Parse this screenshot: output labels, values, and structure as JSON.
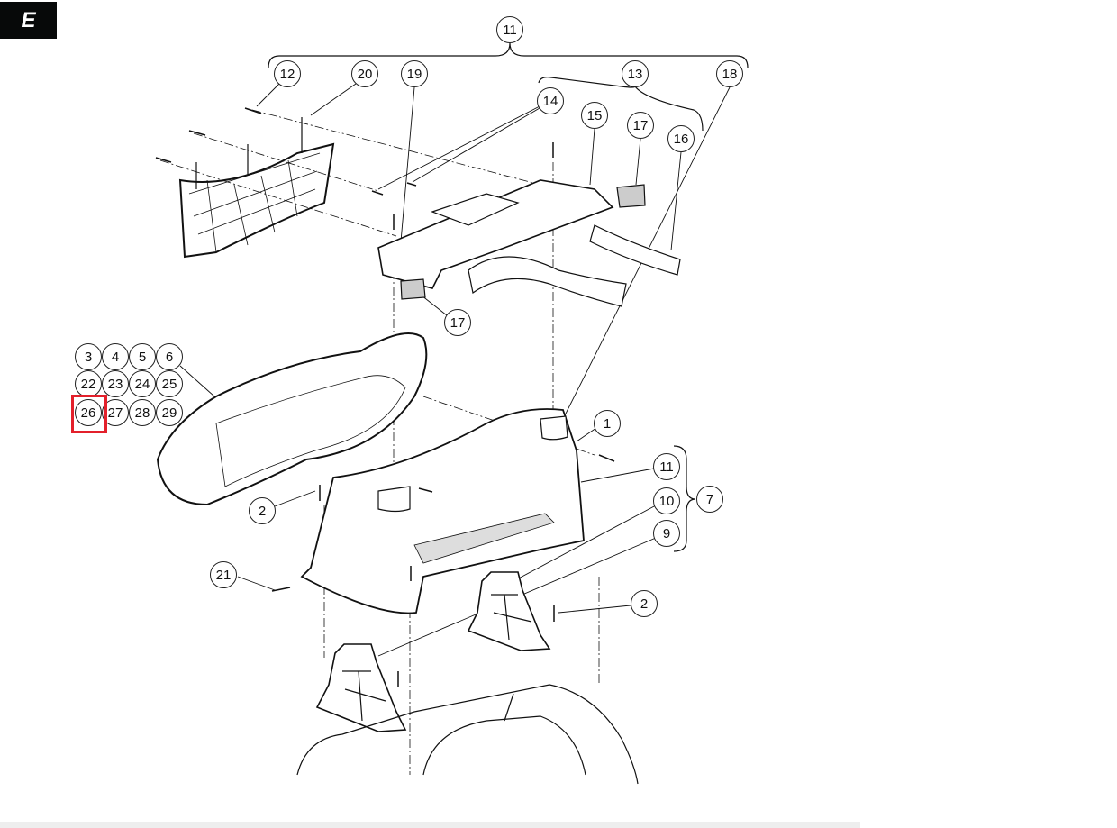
{
  "section_tab": "E",
  "highlight_color": "#e3202b",
  "callouts": {
    "c11_top": "11",
    "c12": "12",
    "c20": "20",
    "c19": "19",
    "c13": "13",
    "c18": "18",
    "c14": "14",
    "c15": "15",
    "c17_top": "17",
    "c16": "16",
    "c17_mid": "17",
    "c3": "3",
    "c4": "4",
    "c5": "5",
    "c6": "6",
    "c22": "22",
    "c23": "23",
    "c24": "24",
    "c25": "25",
    "c26": "26",
    "c27": "27",
    "c28": "28",
    "c29": "29",
    "c1": "1",
    "c11_mid": "11",
    "c7": "7",
    "c10": "10",
    "c9": "9",
    "c2_left": "2",
    "c21": "21",
    "c2_right": "2"
  }
}
